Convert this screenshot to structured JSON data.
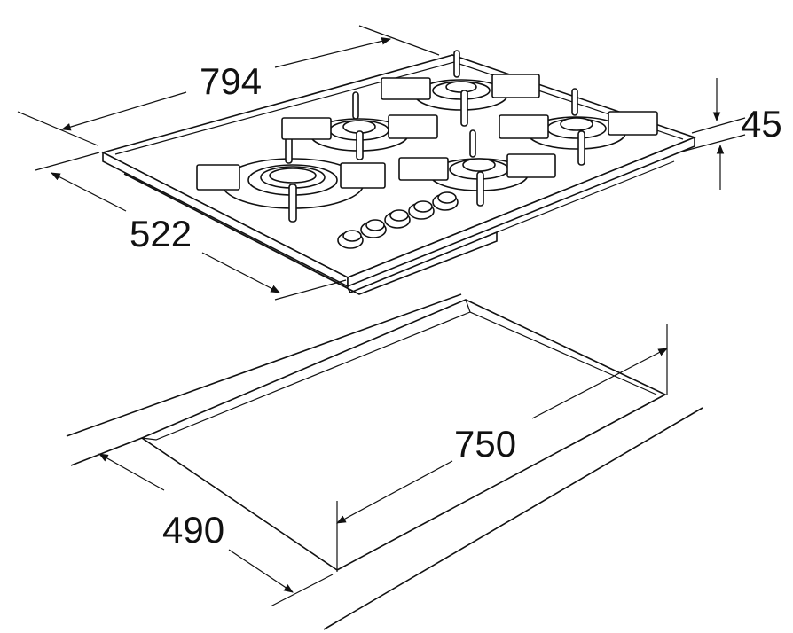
{
  "dimensions": {
    "hob_width": "794",
    "hob_depth": "522",
    "hob_height": "45",
    "cutout_width": "750",
    "cutout_depth": "490"
  }
}
